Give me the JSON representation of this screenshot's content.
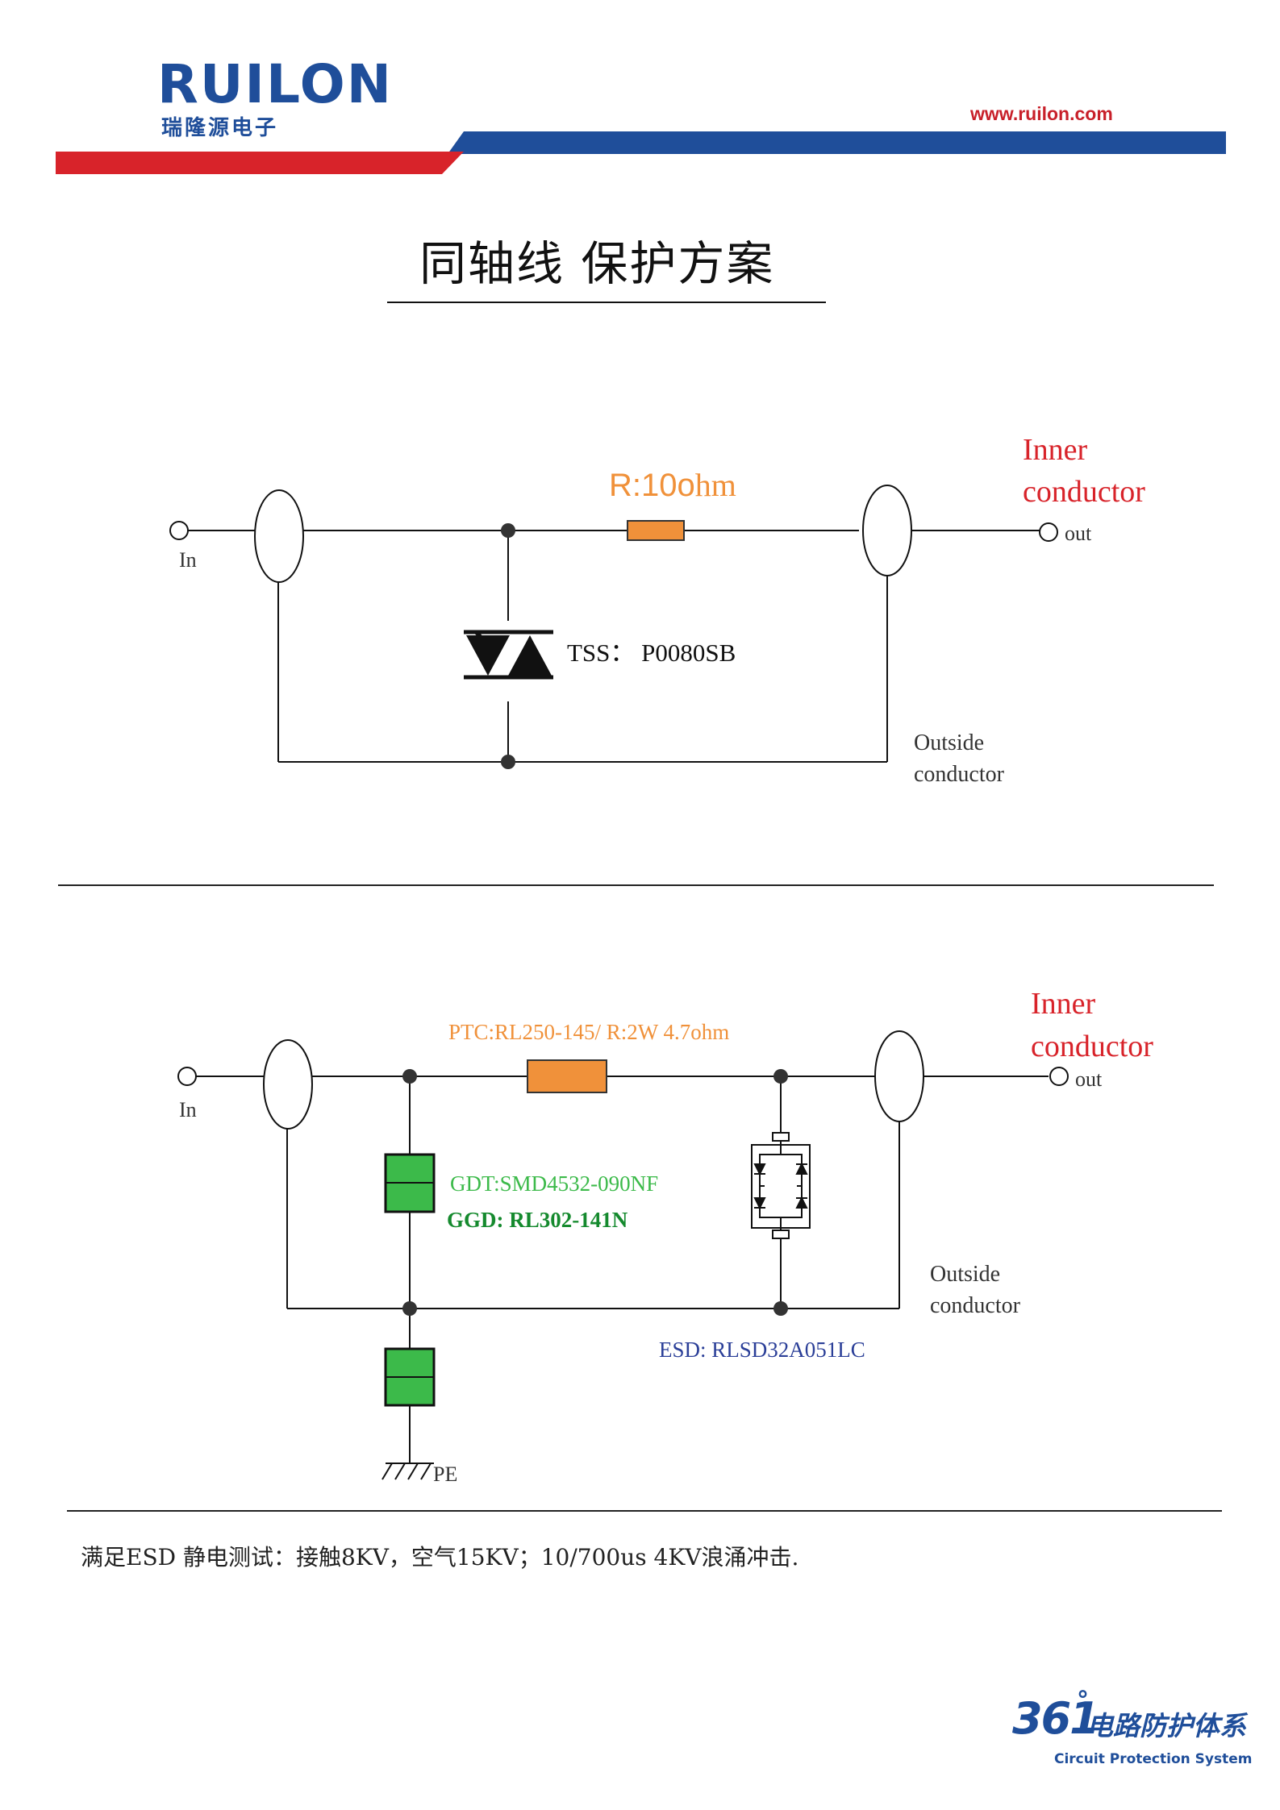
{
  "header": {
    "logo_text": "RUILON",
    "logo_cn": "瑞隆源电子",
    "url": "www.ruilon.com",
    "colors": {
      "brand_blue": "#1f4e9a",
      "brand_red": "#d8232a"
    }
  },
  "title": "同轴线 保护方案",
  "diagram1": {
    "in_label": "In",
    "out_label": "out",
    "resistor_label_a": "R:10o",
    "resistor_label_b": "hm",
    "tss_label": "TSS：  P0080SB",
    "inner_label_1": "Inner",
    "inner_label_2": "conductor",
    "outside_label_1": "Outside",
    "outside_label_2": "conductor"
  },
  "diagram2": {
    "in_label": "In",
    "out_label": "out",
    "ptc_label": "PTC:RL250-145/ R:2W 4.7ohm",
    "gdt_label": "GDT:SMD4532-090NF",
    "ggd_label": "GGD: RL302-141N",
    "esd_label": "ESD: RLSD32A051LC",
    "pe_label": "PE",
    "inner_label_1": "Inner",
    "inner_label_2": "conductor",
    "outside_label_1": "Outside",
    "outside_label_2": "conductor"
  },
  "note": "满足ESD 静电测试：接触8KV，空气15KV；10/700us 4KV浪涌冲击.",
  "footer": {
    "number": "361",
    "degree": "°",
    "cn": "电路防护体系",
    "en": "Circuit Protection System"
  }
}
